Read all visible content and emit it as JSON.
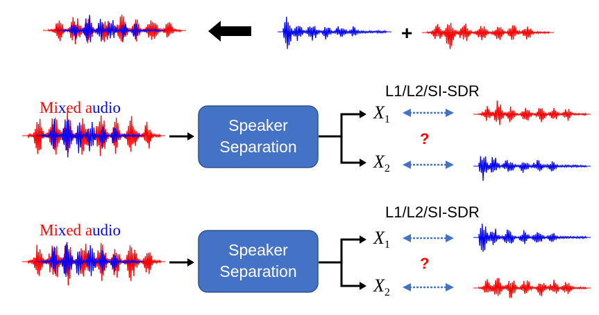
{
  "colors": {
    "red": "#ff0000",
    "blue": "#0000ff",
    "box_fill": "#4472c4",
    "box_border": "#2f528f",
    "dotted_arrow": "#4472c4",
    "black": "#000000"
  },
  "top_row": {
    "plus_sign": "+",
    "arrow_icon": "thick-left-arrow-icon"
  },
  "rows": [
    {
      "mixed_label_parts": [
        {
          "text": "Mi",
          "color": "red"
        },
        {
          "text": "x",
          "color": "blue"
        },
        {
          "text": "ed ",
          "color": "red"
        },
        {
          "text": "a",
          "color": "red"
        },
        {
          "text": "udio",
          "color": "blue"
        }
      ],
      "box_line1": "Speaker",
      "box_line2": "Separation",
      "loss_label": "L1/L2/SI-SDR",
      "out1_var": "X",
      "out1_sub": "1",
      "out2_var": "X",
      "out2_sub": "2",
      "question": "?",
      "target1_color": "red",
      "target2_color": "blue"
    },
    {
      "mixed_label_parts": [
        {
          "text": "Mi",
          "color": "red"
        },
        {
          "text": "x",
          "color": "blue"
        },
        {
          "text": "ed ",
          "color": "red"
        },
        {
          "text": "a",
          "color": "red"
        },
        {
          "text": "udio",
          "color": "blue"
        }
      ],
      "box_line1": "Speaker",
      "box_line2": "Separation",
      "loss_label": "L1/L2/SI-SDR",
      "out1_var": "X",
      "out1_sub": "1",
      "out2_var": "X",
      "out2_sub": "2",
      "question": "?",
      "target1_color": "blue",
      "target2_color": "red"
    }
  ]
}
